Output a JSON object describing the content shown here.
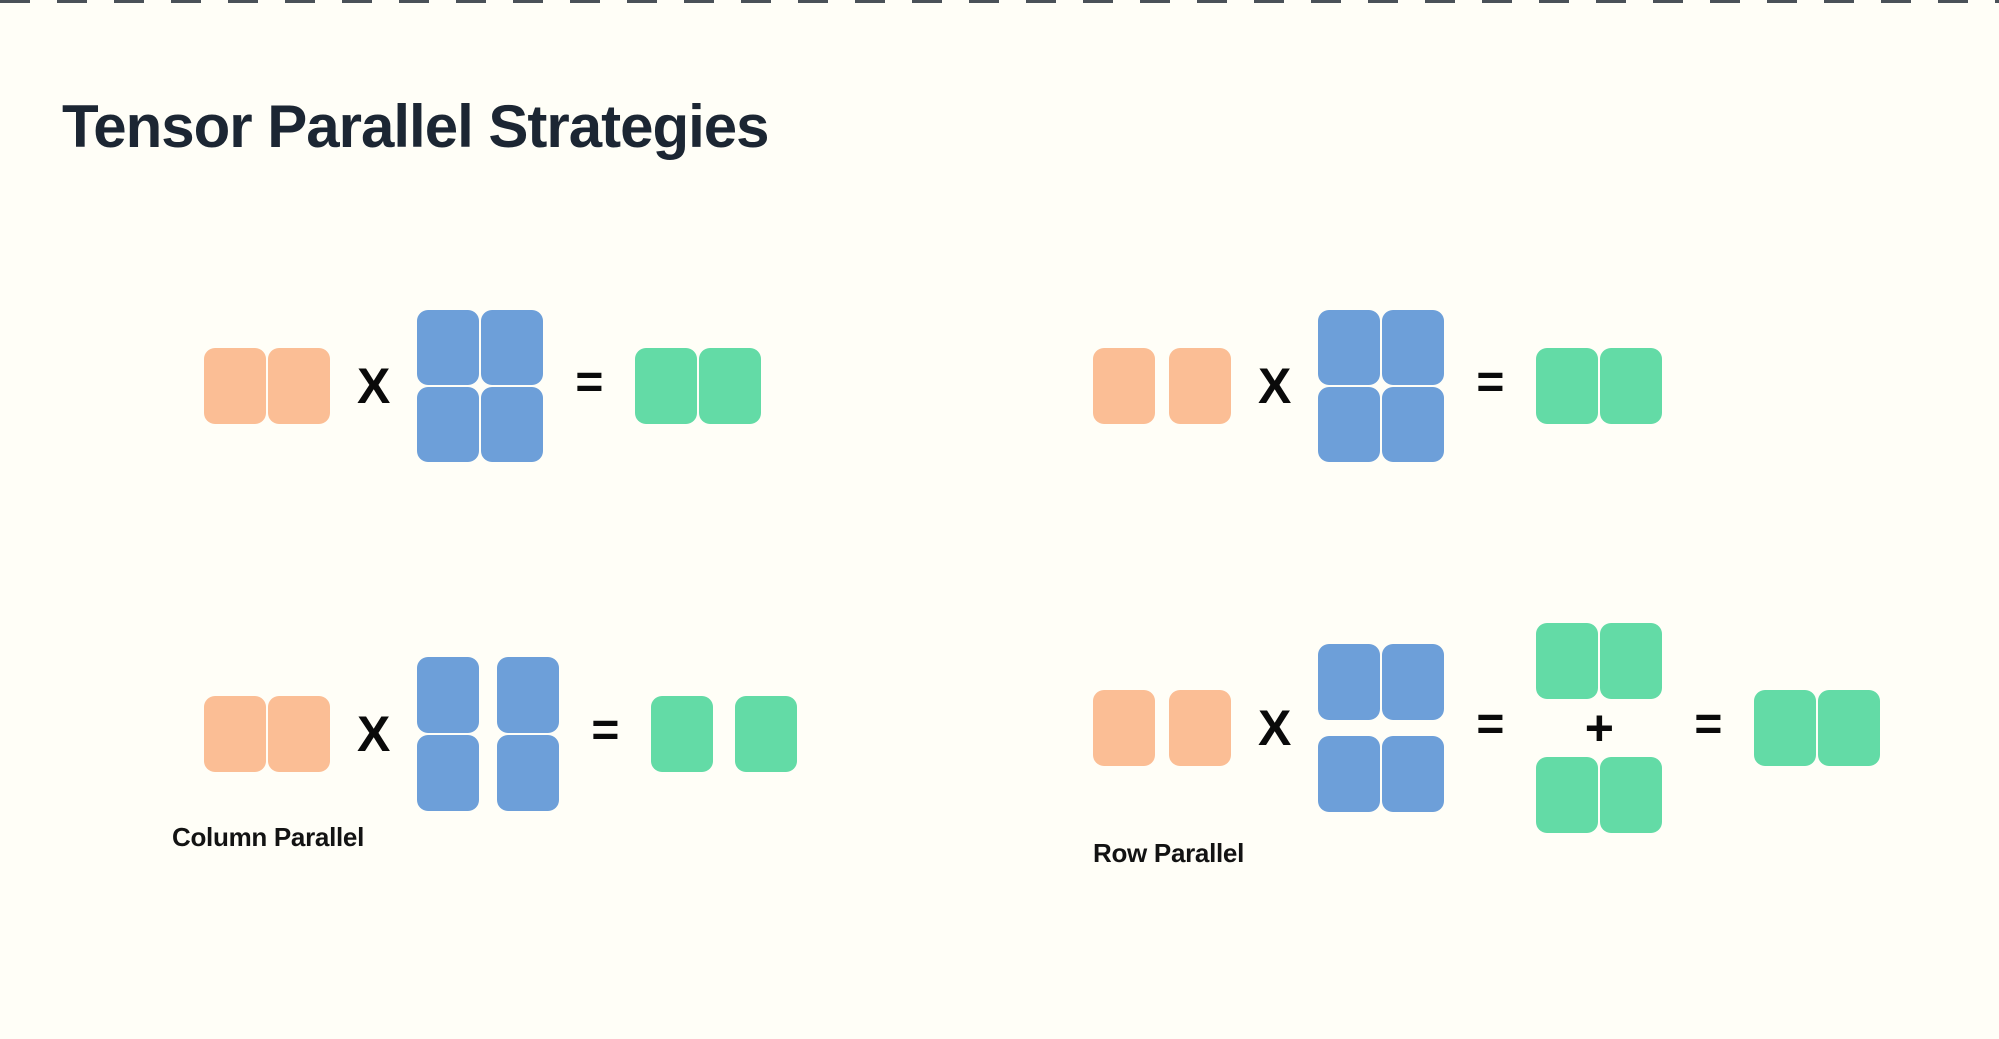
{
  "title": "Tensor Parallel Strategies",
  "operators": {
    "multiply": "X",
    "equals": "=",
    "plus": "+"
  },
  "labels": {
    "column_parallel": "Column Parallel",
    "row_parallel": "Row Parallel"
  },
  "colors": {
    "background": "#FFFEF7",
    "input_block": "#FBBE95",
    "weight_block": "#6D9FD9",
    "output_block": "#63DBA6",
    "title_text": "#1C2633",
    "label_text": "#131313",
    "operator_text": "#0A0A0A",
    "top_dashes": "#4A5158"
  },
  "diagrams": [
    {
      "id": "top-left",
      "label": null,
      "input_blocks": 2,
      "input_split": false,
      "weight_layout": "2x2-joined",
      "output_blocks": 2,
      "output_split": false
    },
    {
      "id": "top-right",
      "label": null,
      "input_blocks": 2,
      "input_split": true,
      "weight_layout": "2x2-joined",
      "output_blocks": 2,
      "output_split": false
    },
    {
      "id": "bottom-left",
      "label": "Column Parallel",
      "input_blocks": 2,
      "input_split": false,
      "weight_layout": "2x2-split-columns",
      "output_blocks": 2,
      "output_split": true
    },
    {
      "id": "bottom-right",
      "label": "Row Parallel",
      "input_blocks": 2,
      "input_split": true,
      "weight_layout": "2x2-split-rows",
      "partial_outputs": 2,
      "partial_output_blocks": 2,
      "output_blocks": 2,
      "output_split": false
    }
  ]
}
